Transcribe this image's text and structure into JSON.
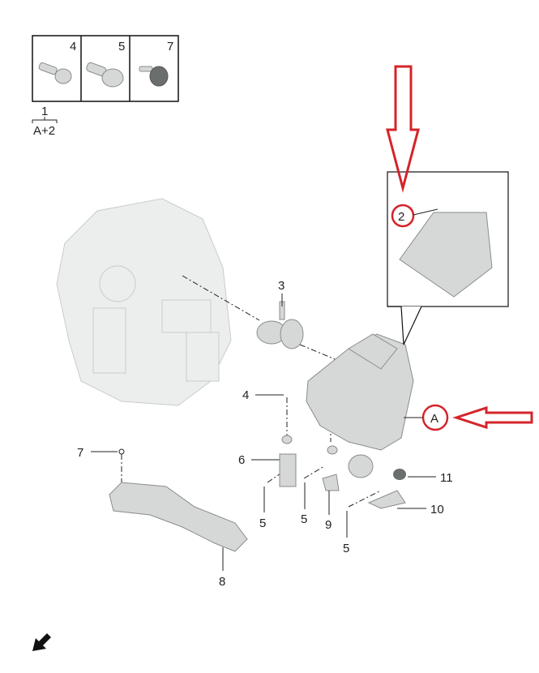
{
  "legend_box": {
    "items": [
      {
        "number": "4",
        "icon": "bolt-icon"
      },
      {
        "number": "5",
        "icon": "bolt-icon"
      },
      {
        "number": "7",
        "icon": "grommet-icon"
      }
    ],
    "assembly_number": "1",
    "assembly_note": "A+2"
  },
  "callouts": {
    "filter_element": "2",
    "intake_sleeve": "3",
    "housing_ref": "A",
    "bolt_top": "4",
    "bracket_left": "6",
    "grommet": "7",
    "nut_11": "11",
    "bolt_a": "5",
    "bolt_b": "5",
    "bracket_9": "9",
    "bracket_10": "10",
    "bolt_c": "5",
    "intake_duct": "8"
  },
  "colors": {
    "highlight": "#d4242a"
  }
}
